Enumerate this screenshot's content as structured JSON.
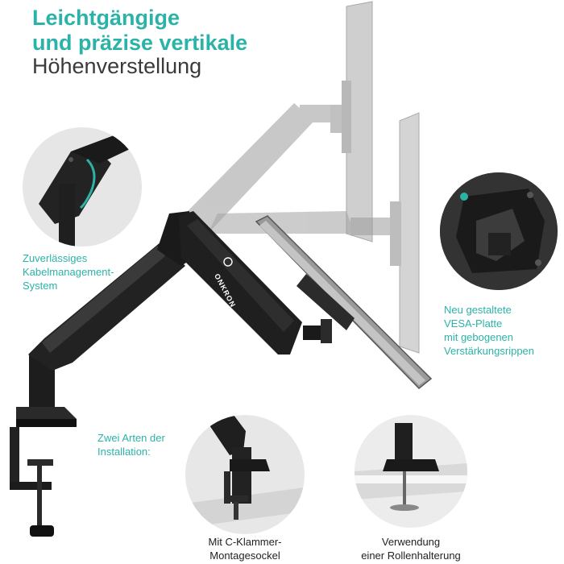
{
  "colors": {
    "teal": "#2bb3a7",
    "dark": "#1b1b1b",
    "ghost": "#bcbcbc"
  },
  "headline": {
    "line1": "Leichtgängige",
    "line2": "und präzise vertikale",
    "line3": "Höhenverstellung"
  },
  "brand": {
    "logo_text": "ONKRON"
  },
  "features": {
    "cable": [
      "Zuverlässiges",
      "Kabelmanagement-",
      "System"
    ],
    "vesa": [
      "Neu gestaltete",
      "VESA-Platte",
      "mit gebogenen",
      "Verstärkungsrippen"
    ],
    "install": [
      "Zwei Arten der",
      "Installation:"
    ],
    "clamp": [
      "Mit C-Klammer-",
      "Montagesockel"
    ],
    "grommet": [
      "Verwendung",
      "einer Rollenhalterung"
    ]
  }
}
